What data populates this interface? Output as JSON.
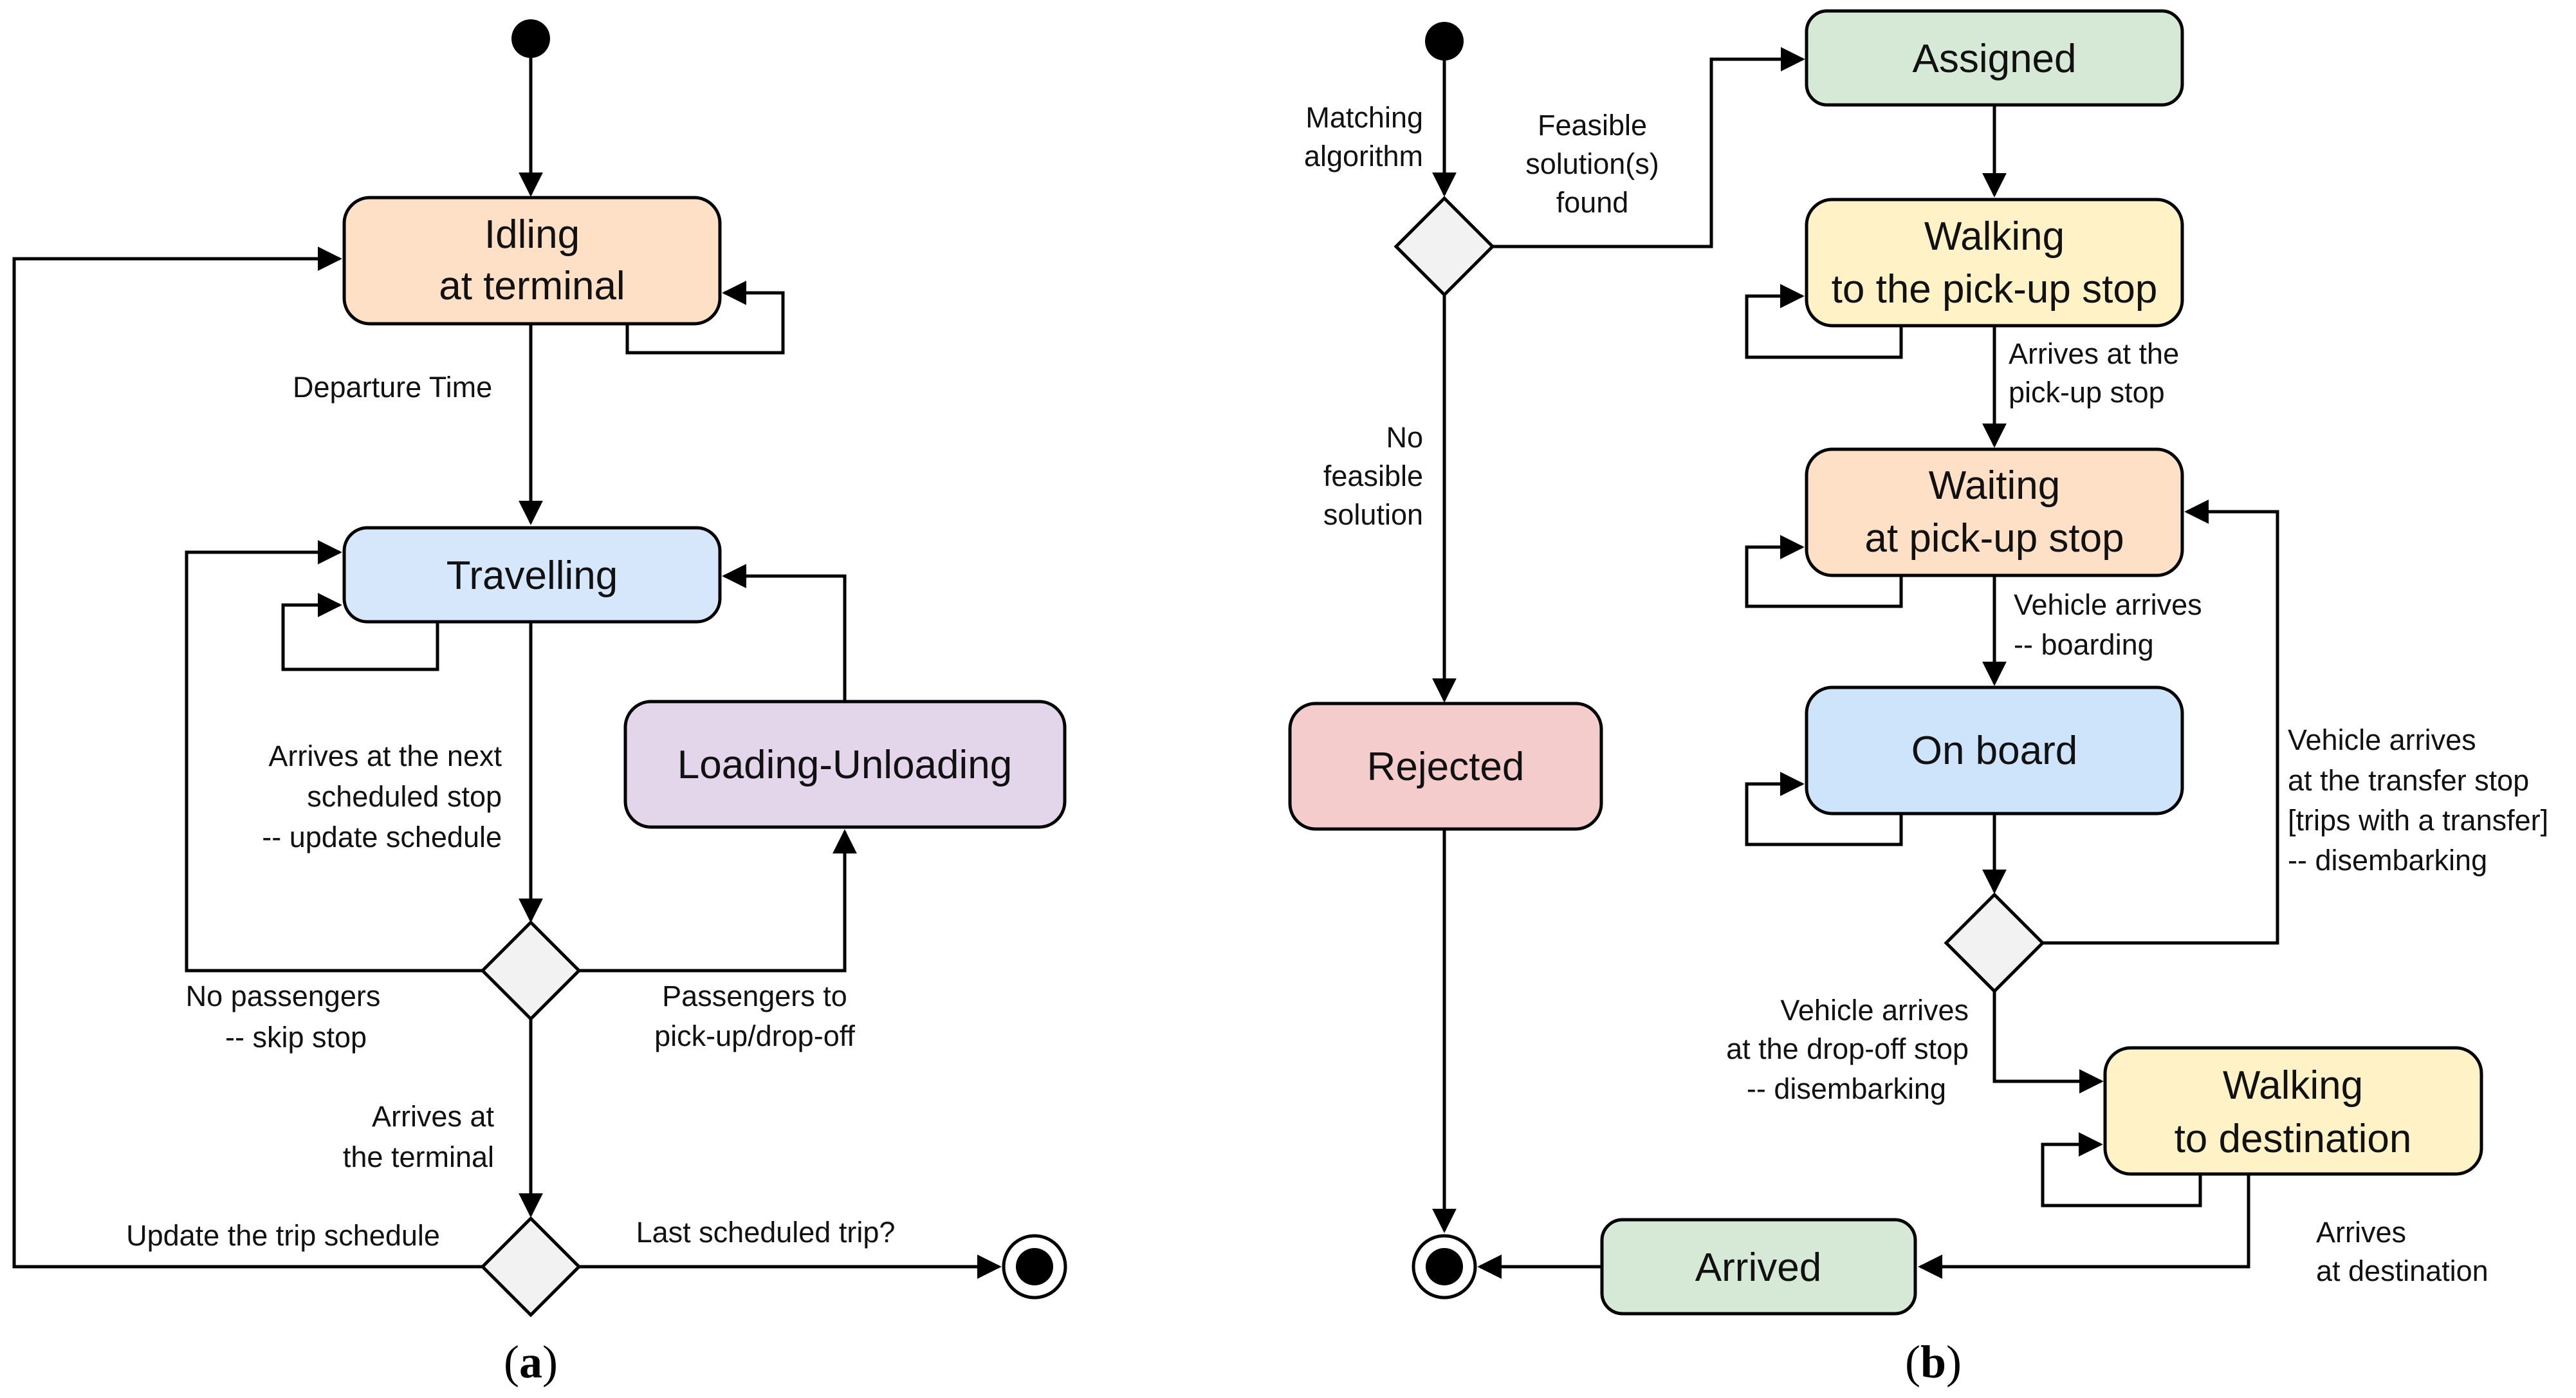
{
  "panel_a": {
    "caption_open": "(",
    "caption_letter": "a",
    "caption_close": ")",
    "states": {
      "idling": {
        "line1": "Idling",
        "line2": "at terminal"
      },
      "travelling": {
        "label": "Travelling"
      },
      "loading": {
        "label": "Loading-Unloading"
      }
    },
    "edges": {
      "departure": "Departure Time",
      "arrives_next_1": "Arrives at the next",
      "arrives_next_2": "scheduled stop",
      "arrives_next_3": "-- update schedule",
      "no_passengers_1": "No passengers",
      "no_passengers_2": "-- skip stop",
      "passengers_to_1": "Passengers to",
      "passengers_to_2": "pick-up/drop-off",
      "arrives_terminal_1": "Arrives at",
      "arrives_terminal_2": "the terminal",
      "update_trip": "Update the trip schedule",
      "last_trip": "Last scheduled trip?"
    }
  },
  "panel_b": {
    "caption_open": "(",
    "caption_letter": "b",
    "caption_close": ")",
    "states": {
      "assigned": {
        "label": "Assigned"
      },
      "walking_pickup": {
        "line1": "Walking",
        "line2": "to the pick-up stop"
      },
      "waiting": {
        "line1": "Waiting",
        "line2": "at pick-up stop"
      },
      "onboard": {
        "label": "On board"
      },
      "rejected": {
        "label": "Rejected"
      },
      "walking_dest": {
        "line1": "Walking",
        "line2": "to destination"
      },
      "arrived": {
        "label": "Arrived"
      }
    },
    "edges": {
      "matching_1": "Matching",
      "matching_2": "algorithm",
      "feasible_1": "Feasible",
      "feasible_2": "solution(s)",
      "feasible_3": "found",
      "no_feasible_1": "No",
      "no_feasible_2": "feasible",
      "no_feasible_3": "solution",
      "arrives_pickup_1": "Arrives at the",
      "arrives_pickup_2": "pick-up stop",
      "vehicle_boarding_1": "Vehicle arrives",
      "vehicle_boarding_2": "-- boarding",
      "transfer_1": "Vehicle arrives",
      "transfer_2": "at the transfer stop",
      "transfer_3": "[trips with a transfer]",
      "transfer_4": "-- disembarking",
      "dropoff_1": "Vehicle arrives",
      "dropoff_2": "at the drop-off stop",
      "dropoff_3": "-- disembarking",
      "arrives_dest_1": "Arrives",
      "arrives_dest_2": "at destination"
    }
  },
  "colors": {
    "idling": "#fde0c6",
    "travelling": "#d6e7fb",
    "loading": "#e3d6ea",
    "assigned": "#d6e9d6",
    "walking": "#fff2c6",
    "waiting": "#fde0c6",
    "onboard": "#cde4fb",
    "rejected": "#f5cccc",
    "arrived": "#d6e9d6"
  }
}
